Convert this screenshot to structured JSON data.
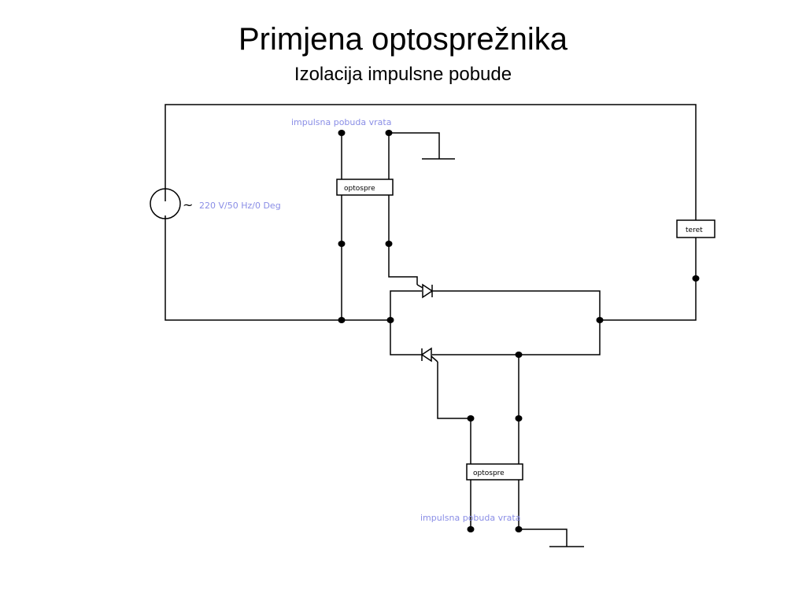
{
  "slide": {
    "title": "Primjena optosprežnika",
    "subtitle": "Izolacija impulsne pobude"
  },
  "diagram": {
    "gate_label_top": "impulsna pobuda vrata",
    "gate_label_bottom": "impulsna pobuda  vrata",
    "source_label": "220 V/50 Hz/0 Deg",
    "source_symbol": "~",
    "opto_top_label": "optospre",
    "opto_bottom_label": "optospre",
    "load_label": "teret",
    "colors": {
      "wire": "#000000",
      "label": "#8a8ee6"
    }
  }
}
